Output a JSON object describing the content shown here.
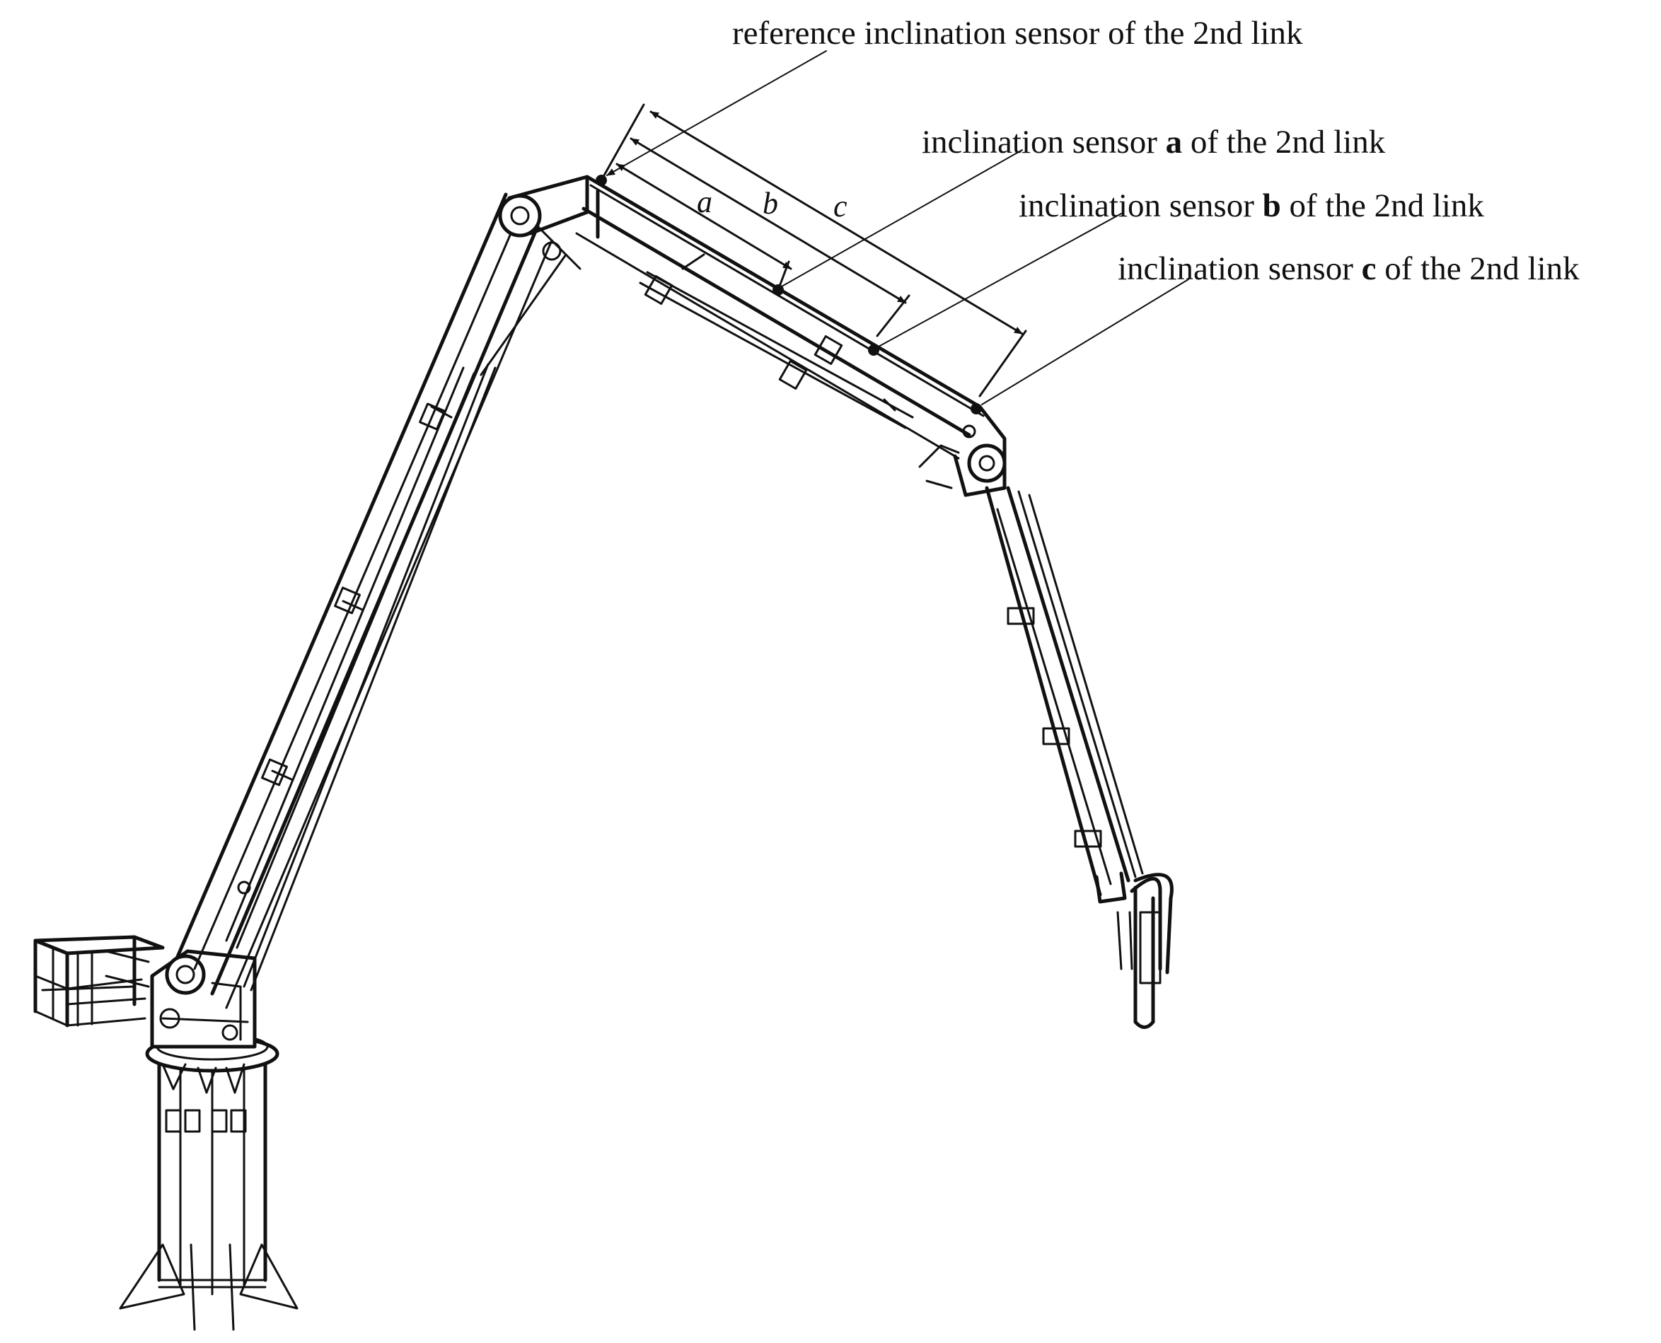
{
  "labels": {
    "reference": "reference inclination sensor of the 2nd link",
    "sensor_a": {
      "pre": "inclination sensor ",
      "key": "a",
      "post": " of the 2nd link"
    },
    "sensor_b": {
      "pre": "inclination sensor ",
      "key": "b",
      "post": " of the 2nd link"
    },
    "sensor_c": {
      "pre": "inclination sensor ",
      "key": "c",
      "post": " of the 2nd link"
    }
  },
  "dimensions": {
    "a": "a",
    "b": "b",
    "c": "c"
  },
  "colors": {
    "ink": "#111111",
    "background": "#ffffff"
  }
}
